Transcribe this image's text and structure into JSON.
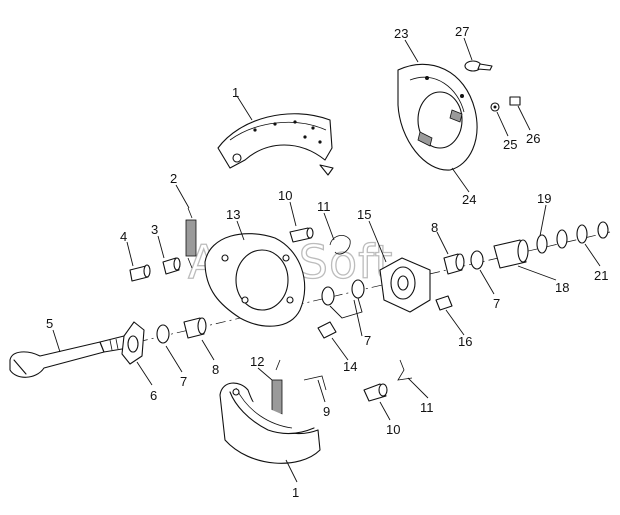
{
  "watermark": "AutoSoft",
  "callouts": [
    {
      "id": "c1a",
      "text": "1"
    },
    {
      "id": "c1b",
      "text": "1"
    },
    {
      "id": "c2",
      "text": "2"
    },
    {
      "id": "c3",
      "text": "3"
    },
    {
      "id": "c4",
      "text": "4"
    },
    {
      "id": "c5",
      "text": "5"
    },
    {
      "id": "c6",
      "text": "6"
    },
    {
      "id": "c7a",
      "text": "7"
    },
    {
      "id": "c7b",
      "text": "7"
    },
    {
      "id": "c7c",
      "text": "7"
    },
    {
      "id": "c8a",
      "text": "8"
    },
    {
      "id": "c8b",
      "text": "8"
    },
    {
      "id": "c9",
      "text": "9"
    },
    {
      "id": "c10a",
      "text": "10"
    },
    {
      "id": "c10b",
      "text": "10"
    },
    {
      "id": "c11a",
      "text": "11"
    },
    {
      "id": "c11b",
      "text": "11"
    },
    {
      "id": "c12",
      "text": "12"
    },
    {
      "id": "c13",
      "text": "13"
    },
    {
      "id": "c14",
      "text": "14"
    },
    {
      "id": "c15",
      "text": "15"
    },
    {
      "id": "c16",
      "text": "16"
    },
    {
      "id": "c18",
      "text": "18"
    },
    {
      "id": "c19",
      "text": "19"
    },
    {
      "id": "c21",
      "text": "21"
    },
    {
      "id": "c23",
      "text": "23"
    },
    {
      "id": "c24",
      "text": "24"
    },
    {
      "id": "c25",
      "text": "25"
    },
    {
      "id": "c26",
      "text": "26"
    },
    {
      "id": "c27",
      "text": "27"
    }
  ]
}
